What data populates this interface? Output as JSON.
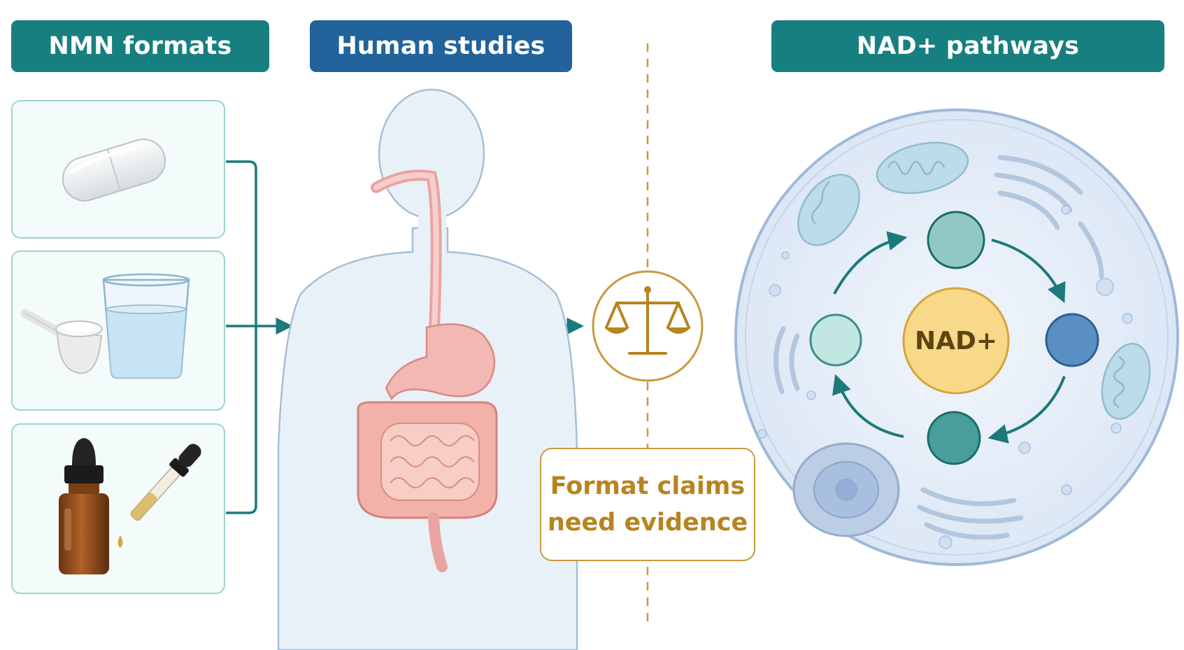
{
  "headers": {
    "formats": "NMN formats",
    "studies": "Human studies",
    "pathways": "NAD+ pathways"
  },
  "claim": {
    "line1": "Format claims",
    "line2": "need evidence"
  },
  "cycle": {
    "center_label": "NAD+"
  },
  "colors": {
    "teal_header": "#187f80",
    "blue_header": "#21639a",
    "gold": "#c9993a",
    "arrow_teal": "#1c7a7b"
  },
  "icons": {
    "formats": [
      "capsule-icon",
      "powder-scoop-icon",
      "water-glass-icon",
      "dropper-bottle-icon",
      "dropper-icon"
    ],
    "studies": [
      "human-body-icon",
      "stomach-icon",
      "intestine-icon"
    ],
    "evidence": "balance-scale-icon",
    "cell": [
      "cell-icon",
      "mitochondrion-icon",
      "nucleus-icon",
      "endoplasmic-reticulum-icon"
    ]
  }
}
